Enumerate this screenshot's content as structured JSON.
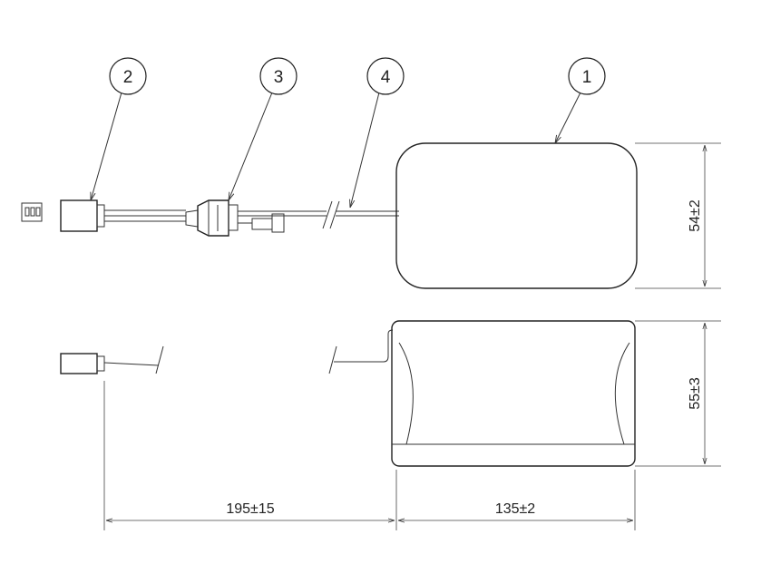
{
  "balloons": [
    "2",
    "3",
    "4",
    "1"
  ],
  "dimensions": {
    "top_height": "54±2",
    "bottom_height": "55±3",
    "cable_length": "195±15",
    "body_length": "135±2"
  }
}
